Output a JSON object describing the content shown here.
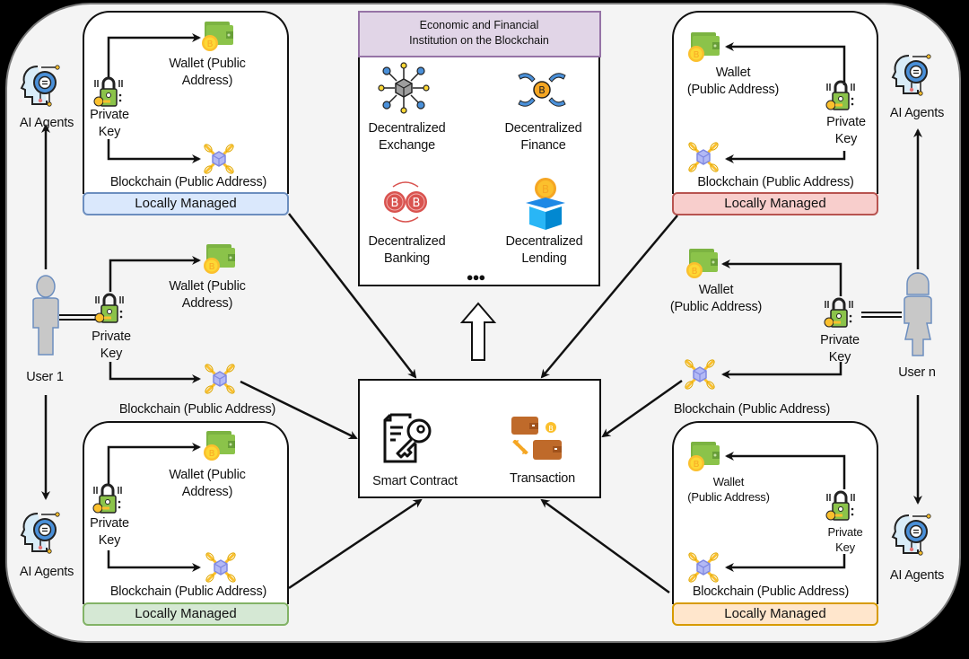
{
  "institution": {
    "title_line1": "Economic and Financial",
    "title_line2": "Institution on the Blockchain",
    "services": [
      {
        "line1": "Decentralized",
        "line2": "Exchange",
        "icon": "network-cube-icon"
      },
      {
        "line1": "Decentralized",
        "line2": "Finance",
        "icon": "bitcoin-arrows-icon"
      },
      {
        "line1": "Decentralized",
        "line2": "Banking",
        "icon": "bitcoin-exchange-icon"
      },
      {
        "line1": "Decentralized",
        "line2": "Lending",
        "icon": "bitcoin-box-icon"
      }
    ],
    "more": "●●●"
  },
  "core": {
    "smart_contract": "Smart Contract",
    "transaction": "Transaction"
  },
  "users": {
    "left": "User 1",
    "right": "User n"
  },
  "agents_label": "AI Agents",
  "labels": {
    "wallet_a": "Wallet (Public",
    "wallet_b": "Address)",
    "wallet_r1": "Wallet",
    "wallet_r2": "(Public Address)",
    "private": "Private",
    "key": "Key",
    "blockchain": "Blockchain (Public Address)",
    "locally_managed": "Locally Managed"
  },
  "colors": {
    "blue_panel": "#dae8fc",
    "red_panel": "#f8cecc",
    "green_panel": "#d5e8d4",
    "orange_panel": "#ffe6cc",
    "institution_header": "#e1d5e7"
  }
}
